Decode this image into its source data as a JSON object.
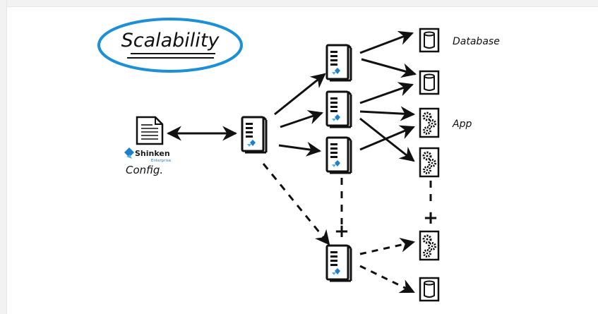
{
  "diagram": {
    "title": "Scalability",
    "config_label": "Config.",
    "brand_name": "Shinken",
    "brand_sub": "Enterprise",
    "database_label": "Database",
    "app_label": "App",
    "plus_upper": "+",
    "plus_lower": "+"
  },
  "colors": {
    "title_ellipse": "#1c8fd6",
    "ink": "#111111",
    "brand_blue": "#1e7fc8"
  },
  "icons": [
    "document-icon",
    "server-icon",
    "database-icon",
    "app-gears-icon",
    "shinken-logo-icon"
  ]
}
